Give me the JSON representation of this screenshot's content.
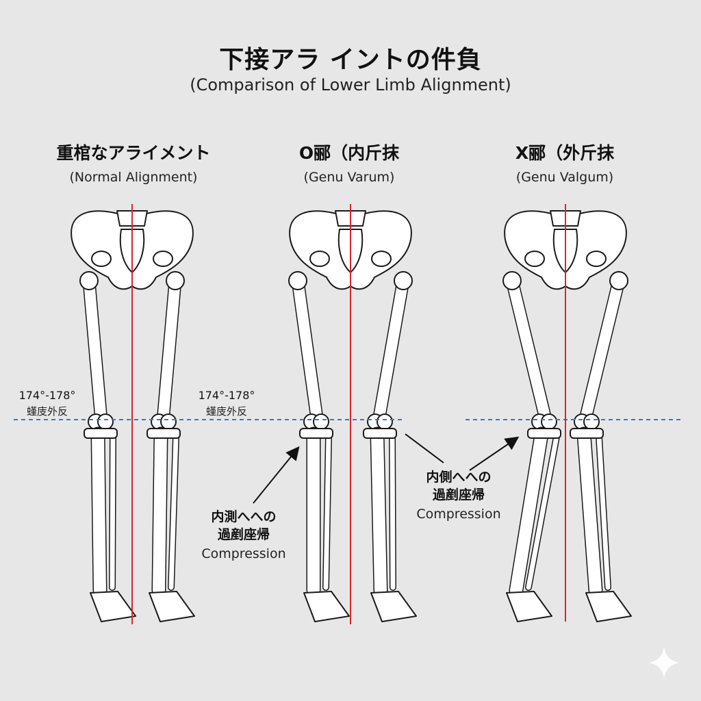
{
  "title": "下接アラ イントの件負",
  "subtitle": "(Comparison of Lower Limb Alignment)",
  "panels": [
    {
      "title": "重棺なアライメント",
      "subtitle": "(Normal Alignment)"
    },
    {
      "title": "O郦（内斤抹",
      "subtitle": "(Genu Varum)"
    },
    {
      "title": "X郦（外斤抹",
      "subtitle": "(Genu Valgum)"
    }
  ],
  "angle_labels": [
    {
      "value": "174°-178°",
      "caption": "螼庋外反"
    },
    {
      "value": "174°-178°",
      "caption": "螼庋外反"
    }
  ],
  "annotations": [
    {
      "line1": "内測へへの",
      "line2": "過剷座帰",
      "english": "Compression"
    },
    {
      "line1": "内側へへの",
      "line2": "過剷座帰",
      "english": "Compression"
    }
  ],
  "colors": {
    "background": "#e7e7e8",
    "mechanical_axis": "#d7262e",
    "knee_line": "#2b7fc0",
    "bone_fill": "#ffffff",
    "bone_stroke": "#1a1a1a"
  },
  "icons": [
    "sparkle-icon"
  ]
}
